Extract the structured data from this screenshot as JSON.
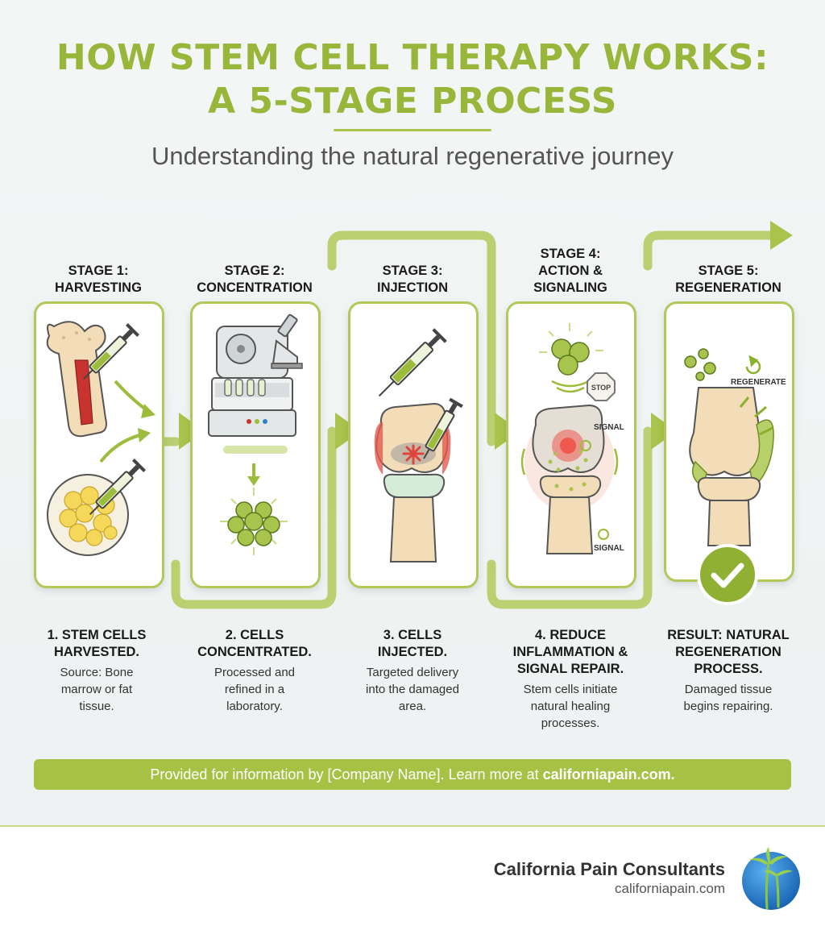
{
  "header": {
    "title_line1": "HOW STEM CELL THERAPY WORKS:",
    "title_line2": "A 5-STAGE PROCESS",
    "subtitle": "Understanding the natural regenerative journey"
  },
  "stages": [
    {
      "title1": "STAGE 1:",
      "title2": "HARVESTING",
      "cap1": "1. STEM CELLS",
      "cap2": "HARVESTED.",
      "desc1": "Source: Bone",
      "desc2": "marrow or fat",
      "desc3": "tissue."
    },
    {
      "title1": "STAGE 2:",
      "title2": "CONCENTRATION",
      "cap1": "2. CELLS",
      "cap2": "CONCENTRATED.",
      "desc1": "Processed and",
      "desc2": "refined in a",
      "desc3": "laboratory."
    },
    {
      "title1": "STAGE 3:",
      "title2": "INJECTION",
      "cap1": "3. CELLS",
      "cap2": "INJECTED.",
      "desc1": "Targeted delivery",
      "desc2": "into the damaged",
      "desc3": "area."
    },
    {
      "title1": "STAGE 4:",
      "title2": "ACTION &",
      "title3": "SIGNALING",
      "cap1": "4. REDUCE",
      "cap2": "INFLAMMATION &",
      "cap3": "SIGNAL REPAIR.",
      "desc1": "Stem cells initiate",
      "desc2": "natural healing",
      "desc3": "processes."
    },
    {
      "title1": "STAGE 5:",
      "title2": "REGENERATION",
      "cap1": "RESULT: NATURAL",
      "cap2": "REGENERATION",
      "cap3": "PROCESS.",
      "desc1": "Damaged tissue",
      "desc2": "begins repairing."
    }
  ],
  "labels": {
    "stop": "STOP",
    "signal": "SIGNAL",
    "regenerate": "REGENERATE"
  },
  "icons": {
    "stage1": [
      "bone-icon",
      "syringe-icon",
      "fat-tissue-icon"
    ],
    "stage2": [
      "centrifuge-icon",
      "microscope-icon",
      "cell-cluster-icon"
    ],
    "stage3": [
      "syringe-icon",
      "knee-joint-icon"
    ],
    "stage4": [
      "stem-cell-icon",
      "stop-sign-icon",
      "inflamed-knee-icon"
    ],
    "stage5": [
      "regenerate-icon",
      "healed-knee-icon",
      "checkmark-icon"
    ]
  },
  "footer": {
    "text": "Provided for information by [Company Name]. Learn more at ",
    "link": "californiapain.com."
  },
  "brand": {
    "name": "California Pain Consultants",
    "url": "californiapain.com"
  },
  "colors": {
    "accent_green": "#a5c244",
    "title_green": "#98b63a",
    "inflammation_red": "#e0433a",
    "bone_beige": "#f3dcb8",
    "logo_blue": "#1f7fd0"
  }
}
